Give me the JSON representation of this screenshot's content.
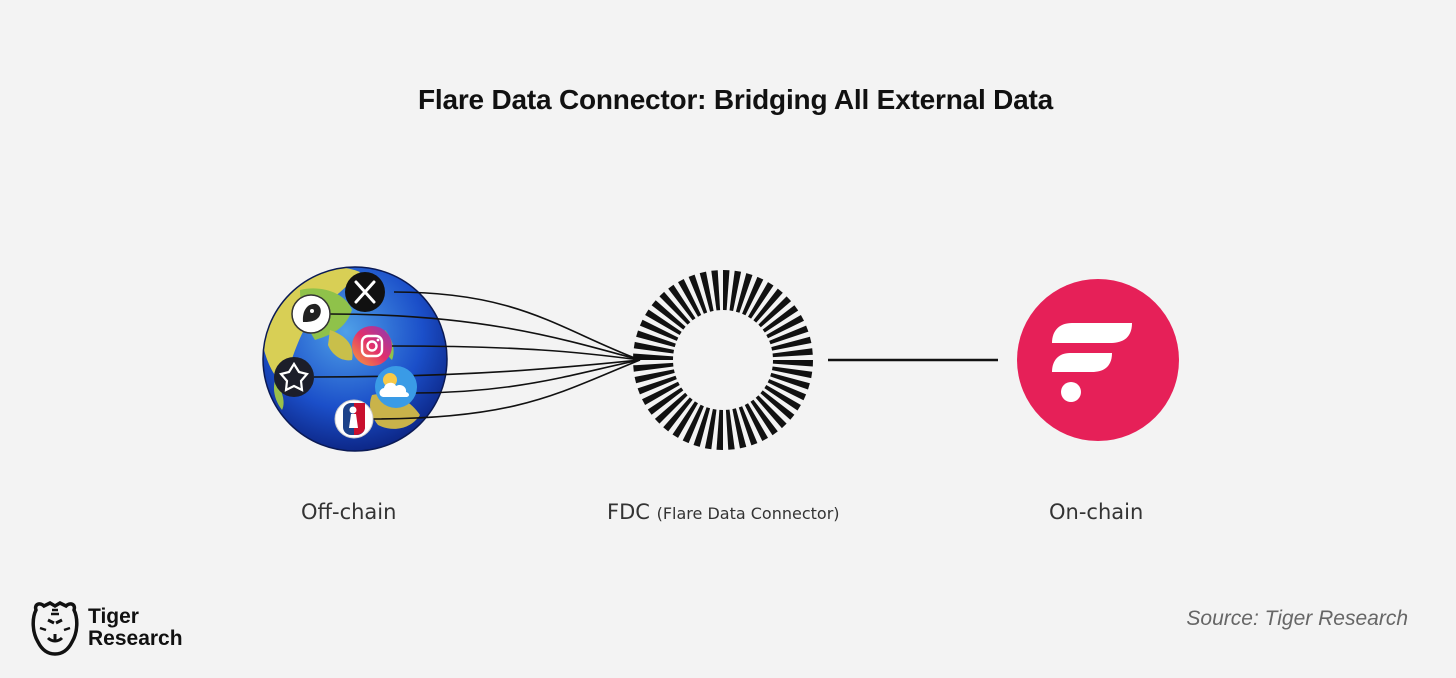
{
  "title": "Flare Data Connector: Bridging All External Data",
  "nodes": {
    "offchain": "Off-chain",
    "fdc": "FDC",
    "fdc_full": "(Flare Data Connector)",
    "onchain": "On-chain"
  },
  "sources": [
    "x-icon",
    "premier-league-icon",
    "instagram-icon",
    "sports-icon",
    "weather-icon",
    "nba-icon"
  ],
  "logo": {
    "line1": "Tiger",
    "line2": "Research"
  },
  "source": "Source: Tiger Research",
  "colors": {
    "flare": "#e62058",
    "background": "#f3f3f3",
    "ring": "#111111"
  }
}
